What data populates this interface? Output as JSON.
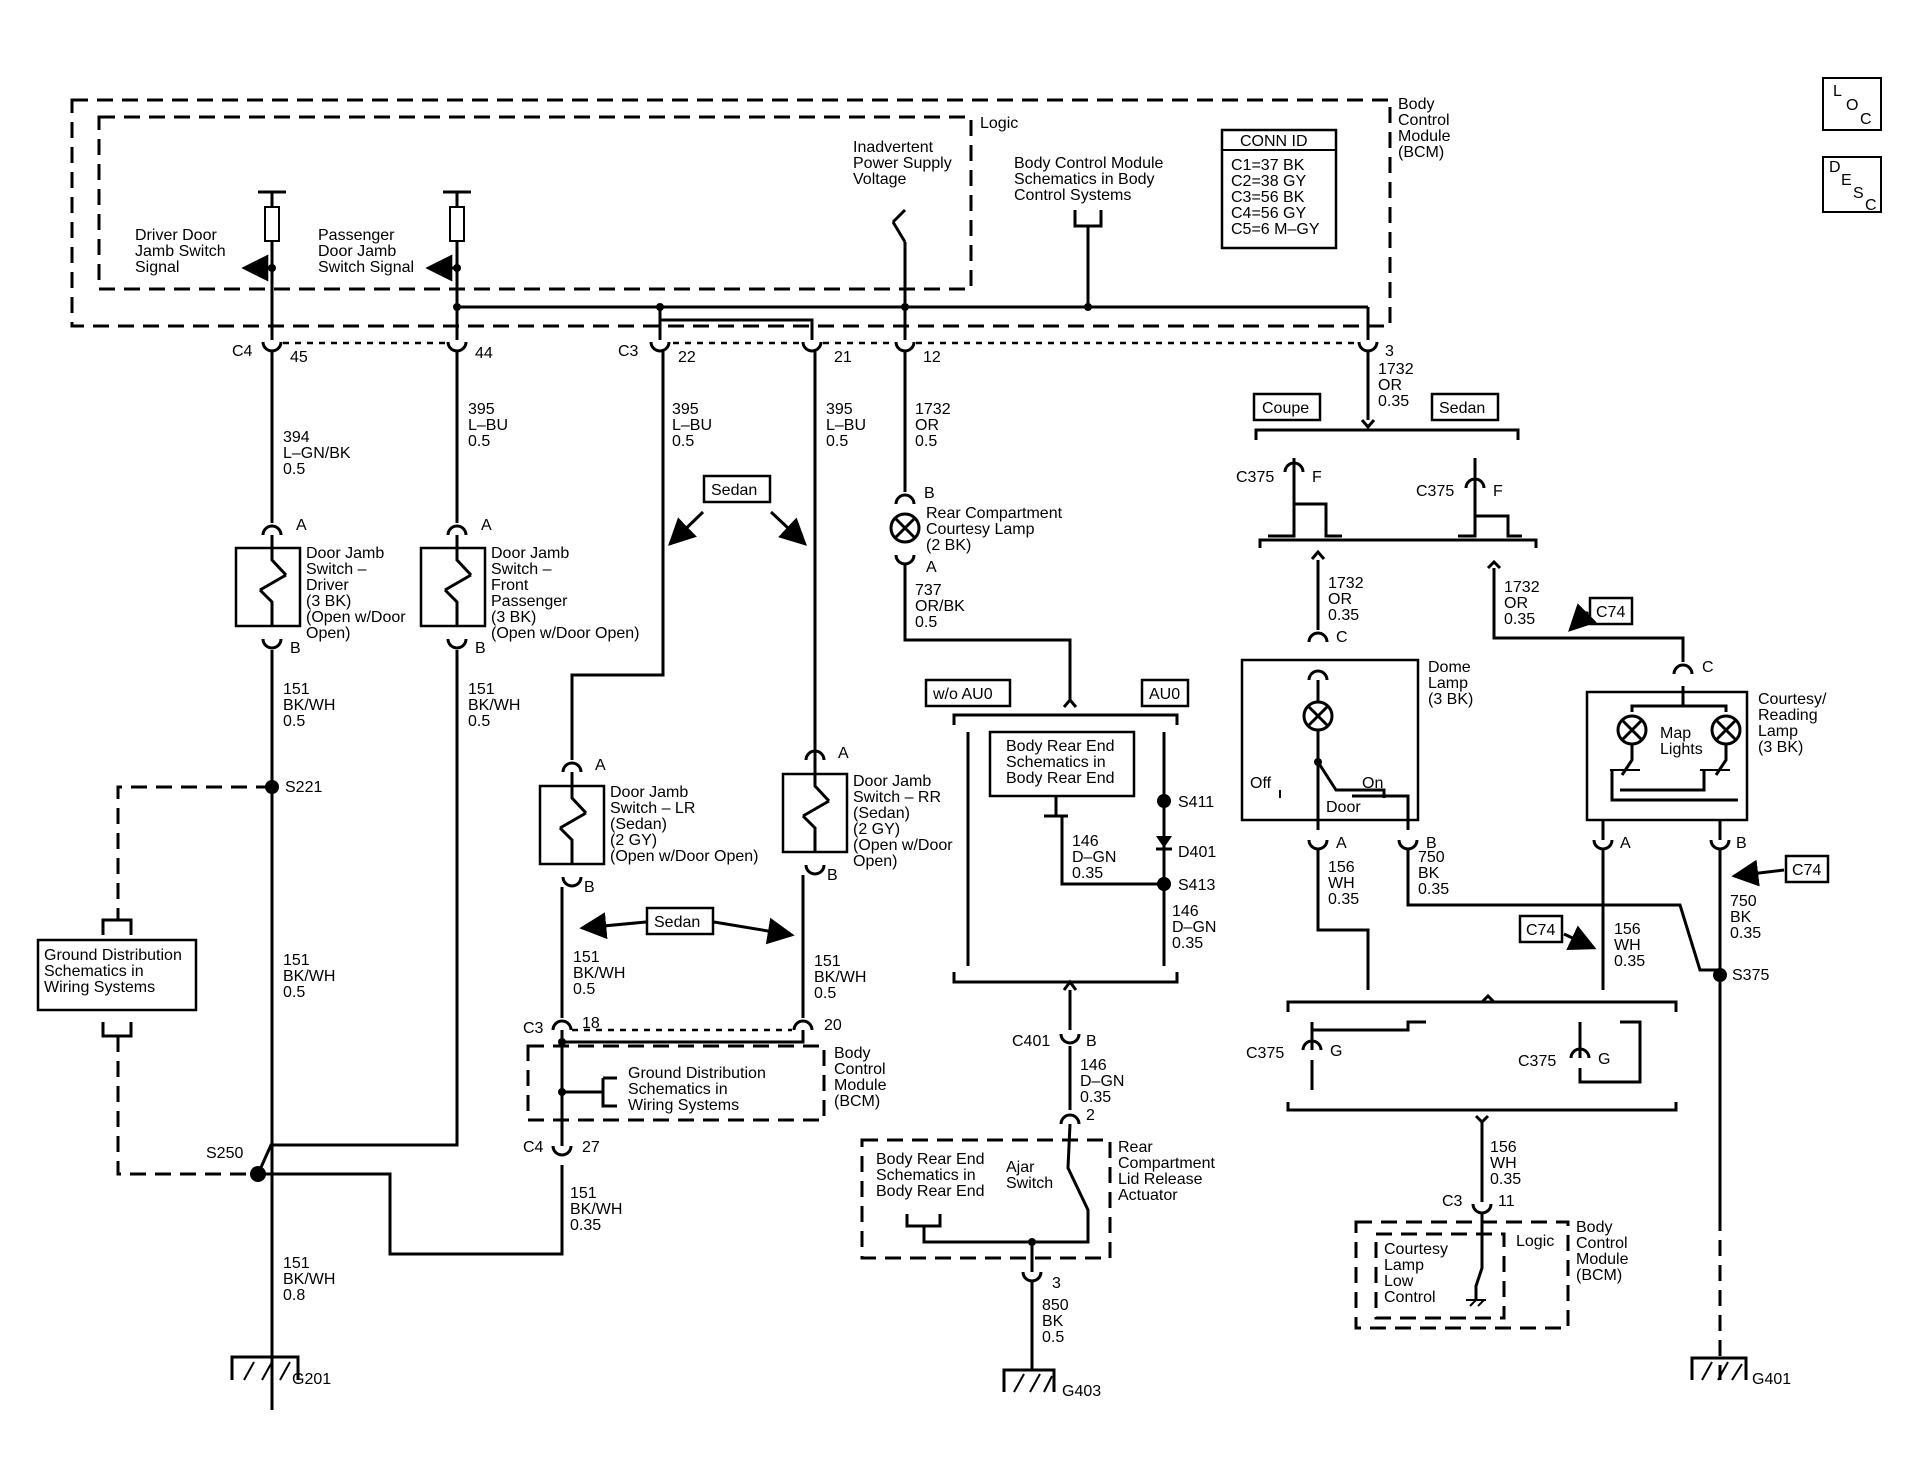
{
  "bcm": {
    "name": "Body Control Module (BCM)",
    "logic": "Logic",
    "conn_title": "CONN ID",
    "conn": [
      "C1=37 BK",
      "C2=38 GY",
      "C3=56 BK",
      "C4=56 GY",
      "C5=6 M–GY"
    ],
    "inadvertent": "Inadvertent Power Supply Voltage",
    "schematics": "Body Control Module Schematics in Body Control Systems",
    "driver_signal": "Driver Door Jamb Switch Signal",
    "passenger_signal": "Passenger Door Jamb Switch Signal"
  },
  "side_buttons": [
    "LOC",
    "DESC"
  ],
  "pins": {
    "c4": "C4",
    "c3": "C3",
    "p45": "45",
    "p44": "44",
    "p22": "22",
    "p21": "21",
    "p12": "12",
    "p3": "3",
    "p18": "18",
    "p20": "20",
    "p27": "27",
    "p11": "11"
  },
  "wires": {
    "w394": "394 L–GN/BK 0.5",
    "w395a": "395 L–BU 0.5",
    "w395b": "395 L–BU 0.5",
    "w395c": "395 L–BU 0.5",
    "w1732": "1732 OR 0.5",
    "w1732_bcm": "1732 OR 0.35",
    "w151_driver": "151 BK/WH 0.5",
    "w151_pass": "151 BK/WH 0.5",
    "w151_left": "151 BK/WH 0.5",
    "w151_lr": "151 BK/WH 0.5",
    "w151_rr": "151 BK/WH 0.5",
    "w151_c4": "151 BK/WH 0.35",
    "w151_ground": "151 BK/WH 0.8",
    "w737": "737 OR/BK 0.5",
    "w146_a": "146 D–GN 0.35",
    "w146_b": "146 D–GN 0.35",
    "w146_c": "146 D–GN 0.35",
    "w850": "850 BK 0.5",
    "w1732_dome": "1732 OR 0.35",
    "w1732_court": "1732 OR 0.35",
    "w156_dome": "156 WH 0.35",
    "w750_dome": "750 BK 0.35",
    "w156_mid": "156 WH 0.35",
    "w750_right": "750 BK 0.35",
    "w156_bottom": "156 WH 0.35"
  },
  "components": {
    "driver_switch": "Door Jamb Switch – Driver (3 BK) (Open w/Door Open)",
    "pass_switch": "Door Jamb Switch – Front Passenger (3 BK) (Open w/Door Open)",
    "lr_switch": "Door Jamb Switch – LR (Sedan) (2 GY) (Open w/Door Open)",
    "rr_switch": "Door Jamb Switch – RR (Sedan) (2 GY) (Open w/Door Open)",
    "rear_lamp": "Rear Compartment Courtesy Lamp (2 BK)",
    "dome_lamp": "Dome Lamp (3 BK)",
    "courtesy_lamp": "Courtesy/ Reading Lamp (3 BK)",
    "map_lights": "Map Lights",
    "ajar_switch": "Ajar Switch",
    "release_actuator": "Rear Compartment Lid Release Actuator",
    "body_rear_end": "Body Rear End Schematics in Body Rear End",
    "body_rear_end2": "Body Rear End Schematics in Body Rear End",
    "ground_dist": "Ground Distribution Schematics in Wiring Systems",
    "ground_dist2": "Ground Distribution Schematics in Wiring Systems",
    "bcm_lower": "Body Control Module (BCM)",
    "bcm_bottom": "Body Control Module (BCM)",
    "courtesy_control": "Courtesy Lamp Low Control",
    "logic2": "Logic",
    "off": "Off",
    "on": "On",
    "door": "Door"
  },
  "option_labels": {
    "sedan1": "Sedan",
    "sedan2": "Sedan",
    "sedan3": "Sedan",
    "coupe": "Coupe",
    "wo_au0": "w/o AU0",
    "au0": "AU0",
    "c74a": "C74",
    "c74b": "C74",
    "c74c": "C74"
  },
  "splices": {
    "s221": "S221",
    "s250": "S250",
    "s411": "S411",
    "d401": "D401",
    "s413": "S413",
    "s375": "S375"
  },
  "connectors": {
    "c401": "C401",
    "c375_f1": "C375",
    "c375_f2": "C375",
    "c375_g1": "C375",
    "c375_g2": "C375",
    "c3_bottom": "C3"
  },
  "grounds": {
    "g201": "G201",
    "g403": "G403",
    "g401": "G401"
  },
  "pin_letters": {
    "a": "A",
    "b": "B",
    "c": "C",
    "f": "F",
    "g": "G",
    "two": "2",
    "three": "3"
  }
}
